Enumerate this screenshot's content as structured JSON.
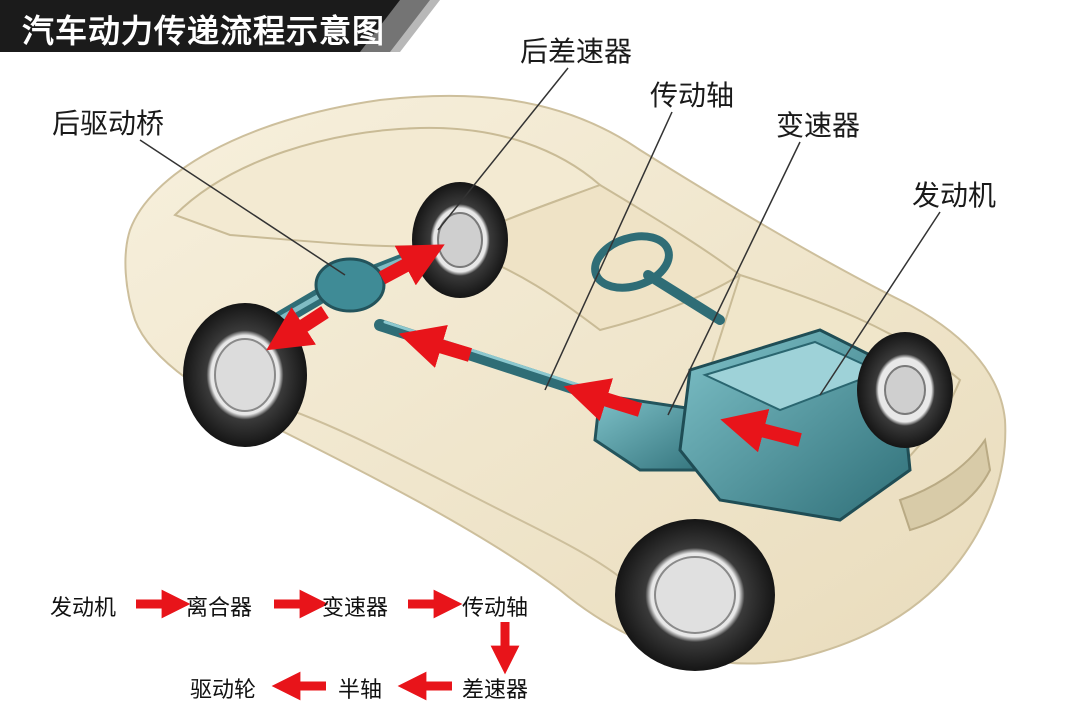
{
  "title": "汽车动力传递流程示意图",
  "callouts": {
    "rear_diff": "后差速器",
    "drive_shaft": "传动轴",
    "rear_axle": "后驱动桥",
    "gearbox": "变速器",
    "engine": "发动机"
  },
  "flow": {
    "step1": "发动机",
    "step2": "离合器",
    "step3": "变速器",
    "step4": "传动轴",
    "step5": "差速器",
    "step6": "半轴",
    "step7": "驱动轮"
  },
  "colors": {
    "arrow": "#e8141a",
    "title_bg": "#1b1b1b",
    "car_body": "#efe5cc",
    "drivetrain": "#3f8b96"
  }
}
